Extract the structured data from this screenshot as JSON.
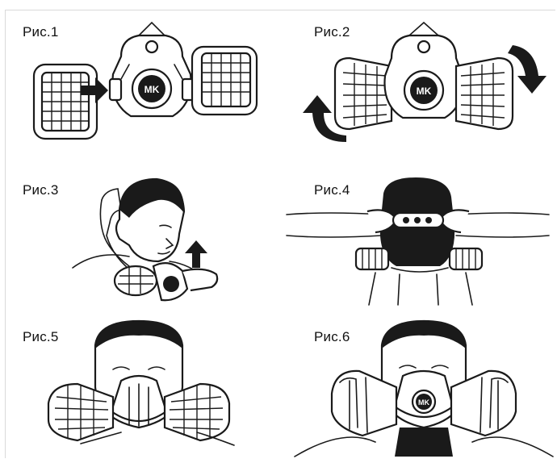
{
  "figures": [
    {
      "caption": "Рис.1"
    },
    {
      "caption": "Рис.2"
    },
    {
      "caption": "Рис.3"
    },
    {
      "caption": "Рис.4"
    },
    {
      "caption": "Рис.5"
    },
    {
      "caption": "Рис.6"
    }
  ],
  "mask_logo": "MK",
  "colors": {
    "ink": "#1a1a1a",
    "background": "#ffffff",
    "border": "#d9d9d9"
  }
}
